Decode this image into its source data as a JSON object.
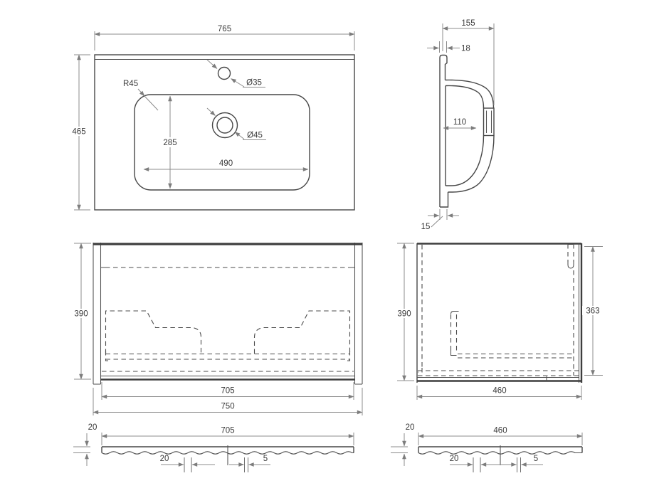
{
  "drawing": {
    "subject": "washbasin and vanity cabinet technical drawing",
    "colors": {
      "background": "#ffffff",
      "object_line": "#474747",
      "dimension_line": "#8c8c8c",
      "text": "#3a3a3a"
    },
    "views": {
      "basin_plan": {
        "width": "765",
        "height": "465",
        "corner_radius": "R45",
        "tap_hole_dia": "Ø35",
        "drain_dia": "Ø45",
        "bowl_depth": "285",
        "bowl_width": "490"
      },
      "basin_section": {
        "total_depth": "155",
        "back_thickness": "18",
        "bowl_inner_depth": "110",
        "bottom_thickness": "15"
      },
      "cabinet_front": {
        "height": "390",
        "drawer_front_width": "705",
        "total_width": "750"
      },
      "cabinet_side": {
        "height": "390",
        "inner_height": "363",
        "depth": "460"
      },
      "plinth_front": {
        "thickness": "20",
        "length": "705",
        "groove_offset": "20",
        "groove_gap": "5"
      },
      "plinth_side": {
        "thickness": "20",
        "length": "460",
        "groove_offset": "20",
        "groove_gap": "5"
      }
    }
  }
}
